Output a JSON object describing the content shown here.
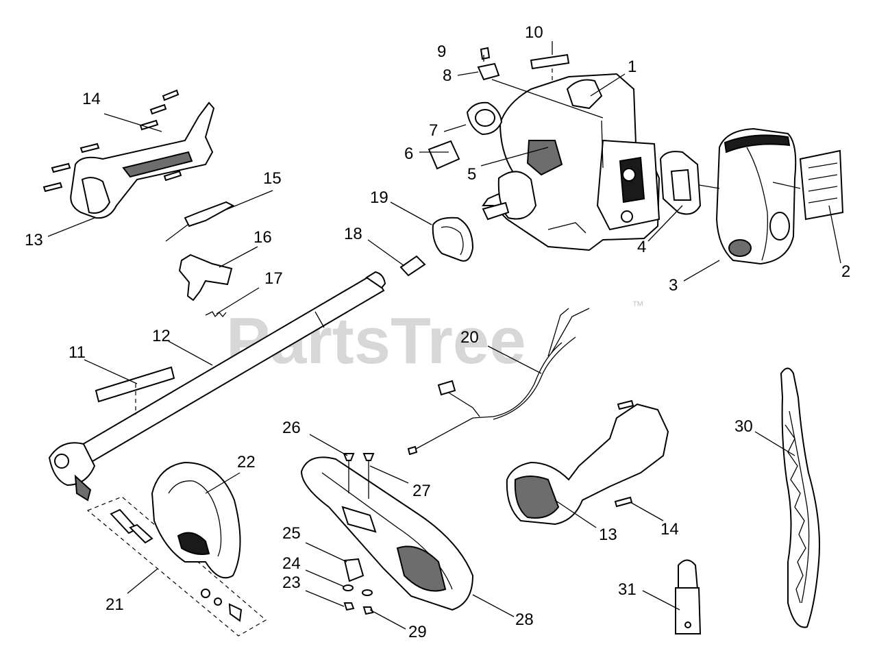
{
  "watermark": {
    "text": "PartsTree",
    "trademark": "™"
  },
  "callouts": {
    "c1": "1",
    "c2": "2",
    "c3": "3",
    "c4": "4",
    "c5": "5",
    "c6": "6",
    "c7": "7",
    "c8": "8",
    "c9": "9",
    "c10": "10",
    "c11": "11",
    "c12": "12",
    "c13a": "13",
    "c13b": "13",
    "c14a": "14",
    "c14b": "14",
    "c15": "15",
    "c16": "16",
    "c17": "17",
    "c18": "18",
    "c19": "19",
    "c20": "20",
    "c21": "21",
    "c22": "22",
    "c23": "23",
    "c24": "24",
    "c25": "25",
    "c26": "26",
    "c27": "27",
    "c28": "28",
    "c29": "29",
    "c30": "30",
    "c31": "31"
  }
}
